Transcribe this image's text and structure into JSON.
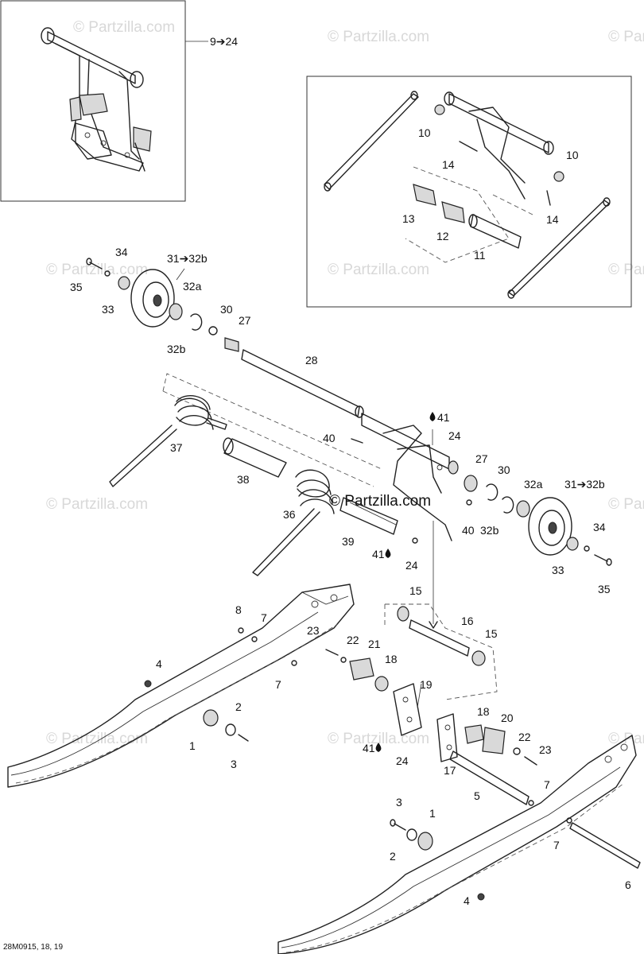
{
  "watermark": "© Partzilla.com",
  "watermark_center": "© Partzilla.com",
  "reference_code": "28M0915, 18, 19",
  "inset_arrow_label": "9➔24",
  "droplet_symbol": "droplet-icon",
  "callouts": {
    "c1a": "1",
    "c1b": "1",
    "c2a": "2",
    "c2b": "2",
    "c3a": "3",
    "c3b": "3",
    "c4a": "4",
    "c4b": "4",
    "c5": "5",
    "c6": "6",
    "c7a": "7",
    "c7b": "7",
    "c7c": "7",
    "c7d": "7",
    "c8": "8",
    "c10a": "10",
    "c10b": "10",
    "c11": "11",
    "c12": "12",
    "c13": "13",
    "c14a": "14",
    "c14b": "14",
    "c15a": "15",
    "c15b": "15",
    "c16": "16",
    "c17": "17",
    "c18a": "18",
    "c18b": "18",
    "c19": "19",
    "c20": "20",
    "c21": "21",
    "c22a": "22",
    "c22b": "22",
    "c23a": "23",
    "c23b": "23",
    "c24a": "24",
    "c24b": "24",
    "c24c": "24",
    "c27a": "27",
    "c27b": "27",
    "c28": "28",
    "c30a": "30",
    "c30b": "30",
    "c31a": "31➔32b",
    "c31b": "31➔32b",
    "c32a1": "32a",
    "c32a2": "32a",
    "c32b1": "32b",
    "c32b2": "32b",
    "c33a": "33",
    "c33b": "33",
    "c34a": "34",
    "c34b": "34",
    "c35a": "35",
    "c35b": "35",
    "c36": "36",
    "c37": "37",
    "c38": "38",
    "c39": "39",
    "c40a": "40",
    "c40b": "40",
    "c41a": "41",
    "c41b": "41",
    "c41c": "41"
  }
}
